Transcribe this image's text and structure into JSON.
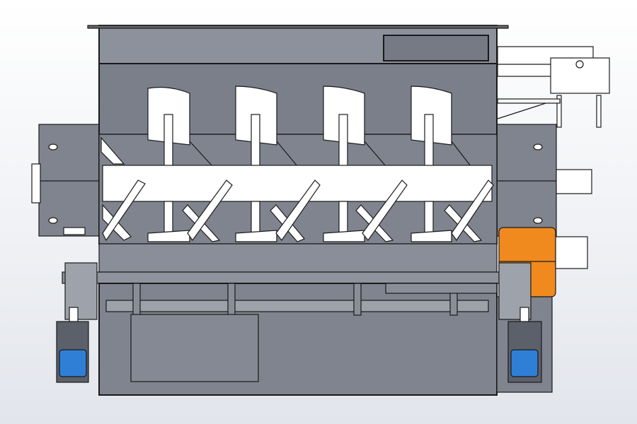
{
  "colors": {
    "body": "#80848f",
    "body_dark": "#6e727c",
    "body_light": "#8d919b",
    "shaft": "#ffffff",
    "gearbox": "#f08a1e",
    "motor": "#2f7fd6",
    "outline": "#1a1a1a"
  },
  "icons": [
    "mixer-tank",
    "agitator-shaft",
    "paddle",
    "gearbox",
    "motor",
    "inspection-panel",
    "bracket"
  ]
}
